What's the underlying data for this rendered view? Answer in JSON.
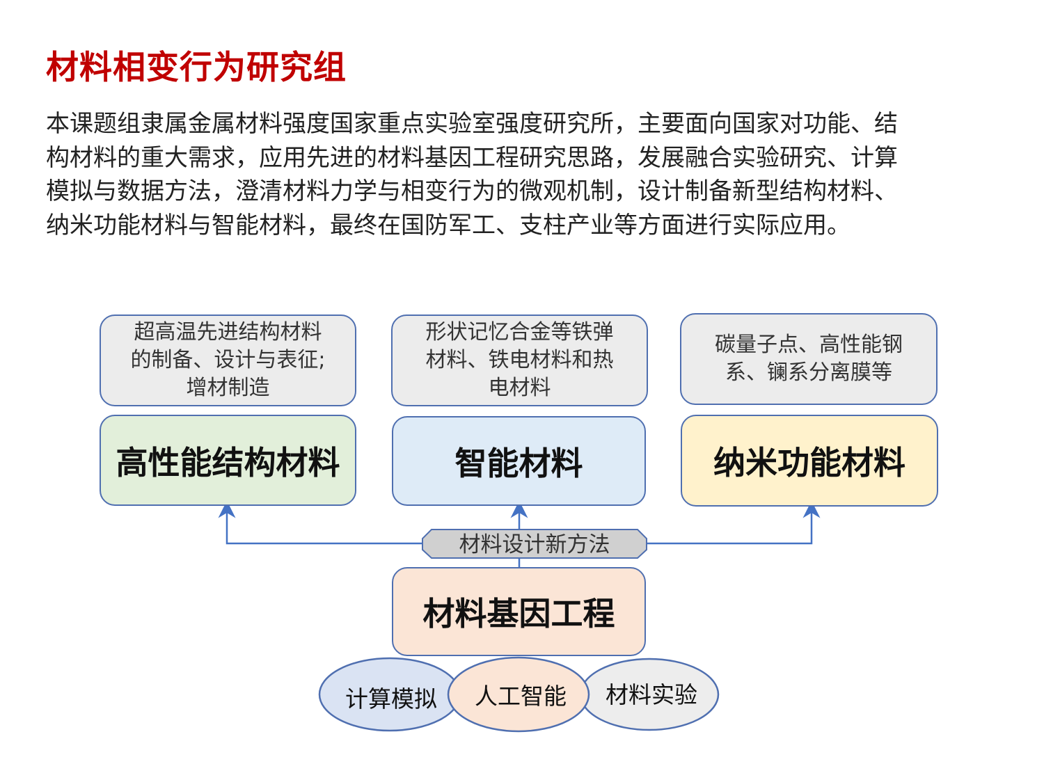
{
  "title": "材料相变行为研究组",
  "description_lines": [
    "本课题组隶属金属材料强度国家重点实验室强度研究所，主要面向国家对功能、结",
    "构材料的重大需求，应用先进的材料基因工程研究思路，发展融合实验研究、计算",
    "模拟与数据方法，澄清材料力学与相变行为的微观机制，设计制备新型结构材料、",
    "纳米功能材料与智能材料，最终在国防军工、支柱产业等方面进行实际应用。"
  ],
  "diagram": {
    "areas": [
      {
        "label": "高性能结构材料",
        "detail": [
          "超高温先进结构材料",
          "的制备、设计与表征;",
          "增材制造"
        ],
        "color": "#e2efda"
      },
      {
        "label": "智能材料",
        "detail": [
          "形状记忆合金等铁弹",
          "材料、铁电材料和热",
          "电材料"
        ],
        "color": "#deebf7"
      },
      {
        "label": "纳米功能材料",
        "detail": [
          "碳量子点、高性能钢",
          "系、镧系分离膜等"
        ],
        "color": "#fff2cc"
      }
    ],
    "method_label": "材料设计新方法",
    "core": {
      "label": "材料基因工程",
      "color": "#fbe5d6"
    },
    "pillars": [
      {
        "label": "计算模拟",
        "color": "#dae3f3"
      },
      {
        "label": "人工智能",
        "color": "#fbe5d6"
      },
      {
        "label": "材料实验",
        "color": "#ededed"
      }
    ],
    "line_color": "#4472c4"
  }
}
